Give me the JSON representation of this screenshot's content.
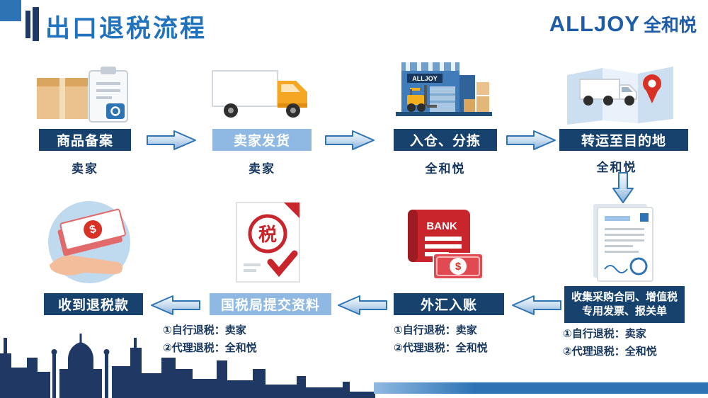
{
  "header": {
    "title": "出口退税流程",
    "logo_text": "ALLJOY",
    "logo_suffix": "全和悦"
  },
  "flow": {
    "top_row": [
      {
        "label": "商品备案",
        "actor": "卖家",
        "style": "dark",
        "icon": "package-clipboard-icon"
      },
      {
        "label": "卖家发货",
        "actor": "卖家",
        "style": "light",
        "icon": "delivery-truck-icon"
      },
      {
        "label": "入仓、分拣",
        "actor": "全和悦",
        "style": "dark",
        "icon": "warehouse-forklift-icon"
      },
      {
        "label": "转运至目的地",
        "actor": "全和悦",
        "style": "dark",
        "icon": "truck-map-pin-icon"
      }
    ],
    "bottom_row": [
      {
        "label": "收到退税款",
        "style": "dark",
        "icon": "hand-money-icon",
        "notes": []
      },
      {
        "label": "国税局提交资料",
        "style": "light",
        "icon": "tax-bureau-document-icon",
        "notes": [
          "①自行退税：卖家",
          "②代理退税：全和悦"
        ]
      },
      {
        "label": "外汇入账",
        "style": "dark",
        "icon": "bank-passbook-icon",
        "notes": [
          "①自行退税：卖家",
          "②代理退税：全和悦"
        ]
      },
      {
        "label": "收集采购合同、增值税专用发票、报关单",
        "style": "dark",
        "icon": "purchase-documents-icon",
        "notes": [
          "①自行退税：卖家",
          "②代理退税：全和悦"
        ]
      }
    ]
  },
  "icons": {
    "tax_seal_char": "税",
    "bank_label": "BANK",
    "dollar_sign": "$",
    "warehouse_brand": "ALLJOY"
  },
  "colors": {
    "title_blue": "#2273BE",
    "dark_label": "#17426E",
    "light_label": "#8FB9E2",
    "accent_blue": "#2E74B5",
    "navy_text": "#17375E",
    "skyline_navy": "#1F3864",
    "footer_bar": "#2E74B5"
  }
}
